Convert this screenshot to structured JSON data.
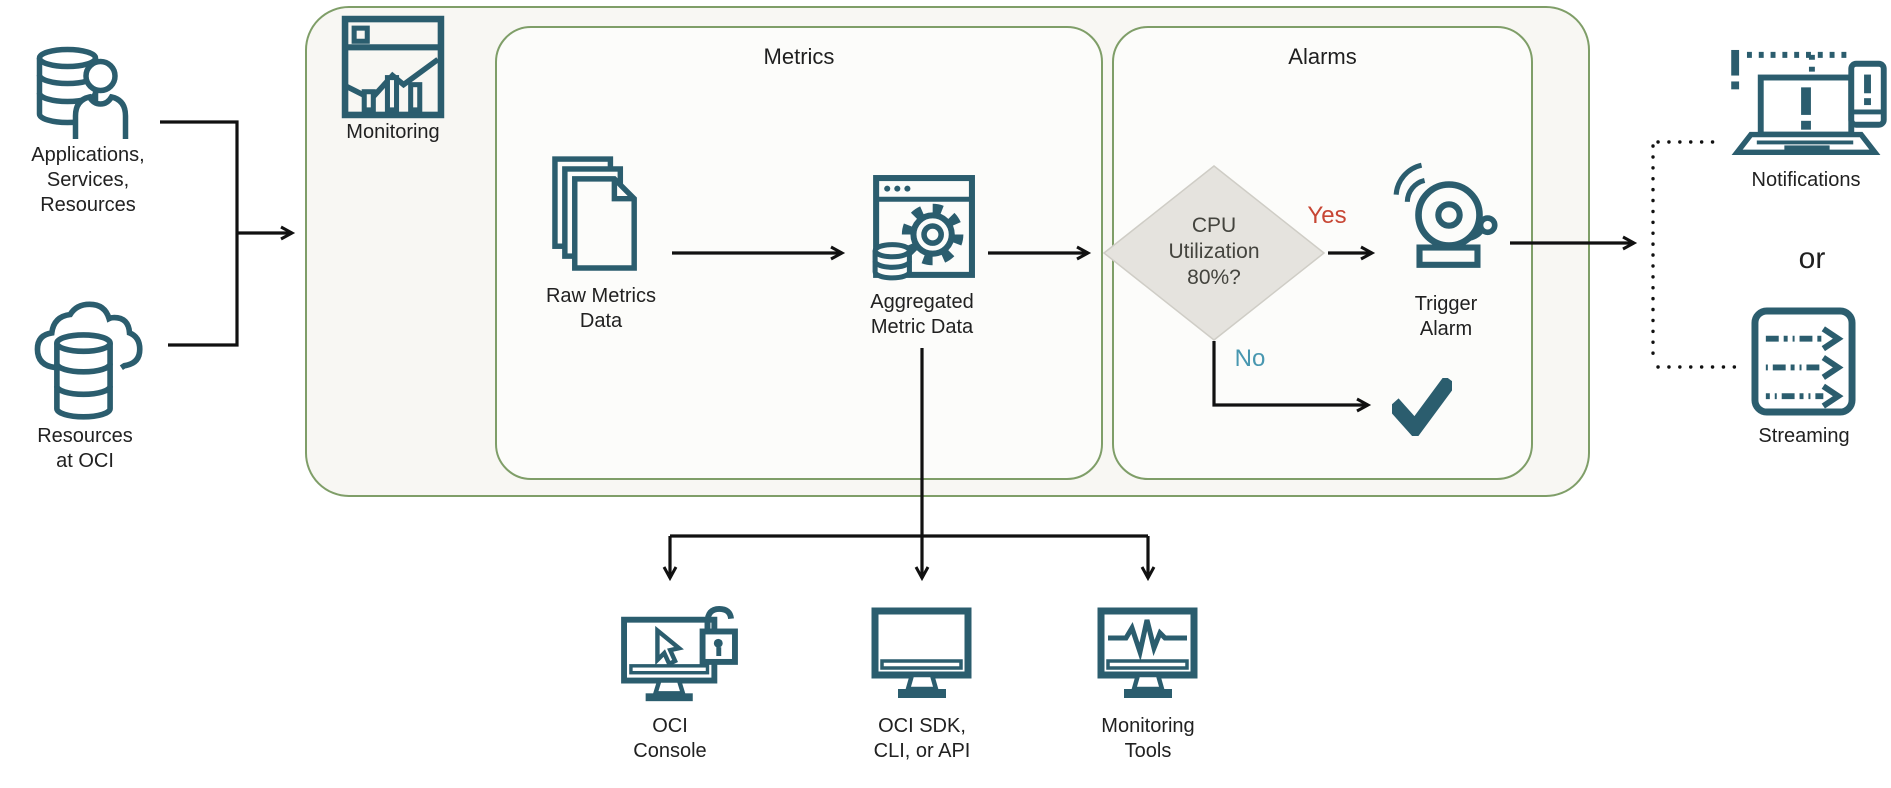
{
  "colors": {
    "icon_teal": "#2B5D6E",
    "box_green": "#7F9E68",
    "yes_red": "#C74634",
    "no_teal": "#4897B0",
    "diamond_fill": "#E5E3DE",
    "line_black": "#111111"
  },
  "sources": {
    "apps": "Applications,\nServices,\nResources",
    "oci": "Resources\nat OCI"
  },
  "monitoring_service": {
    "icon_label": "Monitoring"
  },
  "metrics": {
    "title": "Metrics",
    "raw": "Raw Metrics\nData",
    "aggregated": "Aggregated\nMetric Data"
  },
  "alarms": {
    "title": "Alarms",
    "condition": "CPU\nUtilization\n80%?",
    "yes": "Yes",
    "no": "No",
    "trigger": "Trigger\nAlarm"
  },
  "targets": {
    "notifications": "Notifications",
    "or": "or",
    "streaming": "Streaming"
  },
  "consumers": {
    "console": "OCI\nConsole",
    "sdk": "OCI SDK,\nCLI, or API",
    "tools": "Monitoring\nTools"
  }
}
